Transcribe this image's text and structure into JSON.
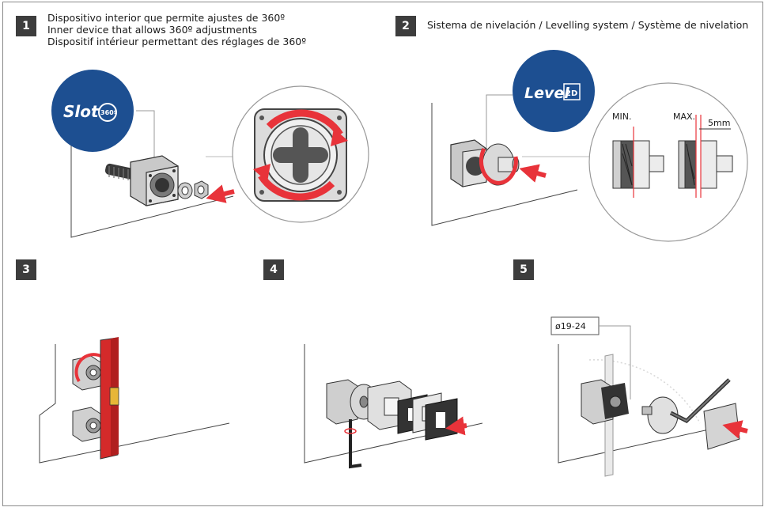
{
  "steps": [
    {
      "number": "1",
      "lines": [
        "Dispositivo interior que permite ajustes de 360º",
        "Inner device that allows 360º adjustments",
        "Dispositif intérieur permettant des réglages de 360º"
      ]
    },
    {
      "number": "2",
      "text": "Sistema de nivelación  /  Levelling system  / Système de nivelation"
    },
    {
      "number": "3"
    },
    {
      "number": "4"
    },
    {
      "number": "5"
    }
  ],
  "badges": {
    "slot": {
      "word": "Slot",
      "degrees": "360º"
    },
    "level": {
      "word": "Level",
      "mark": "2D"
    }
  },
  "diagram_labels": {
    "min": "MIN.",
    "max": "MAX.",
    "gap": "5mm",
    "diameter": "ø19-24"
  },
  "colors": {
    "brand_blue": "#1d4f91",
    "arrow_red": "#e8333a",
    "level_red": "#d42a2a",
    "step_box": "#3d3d3d"
  }
}
